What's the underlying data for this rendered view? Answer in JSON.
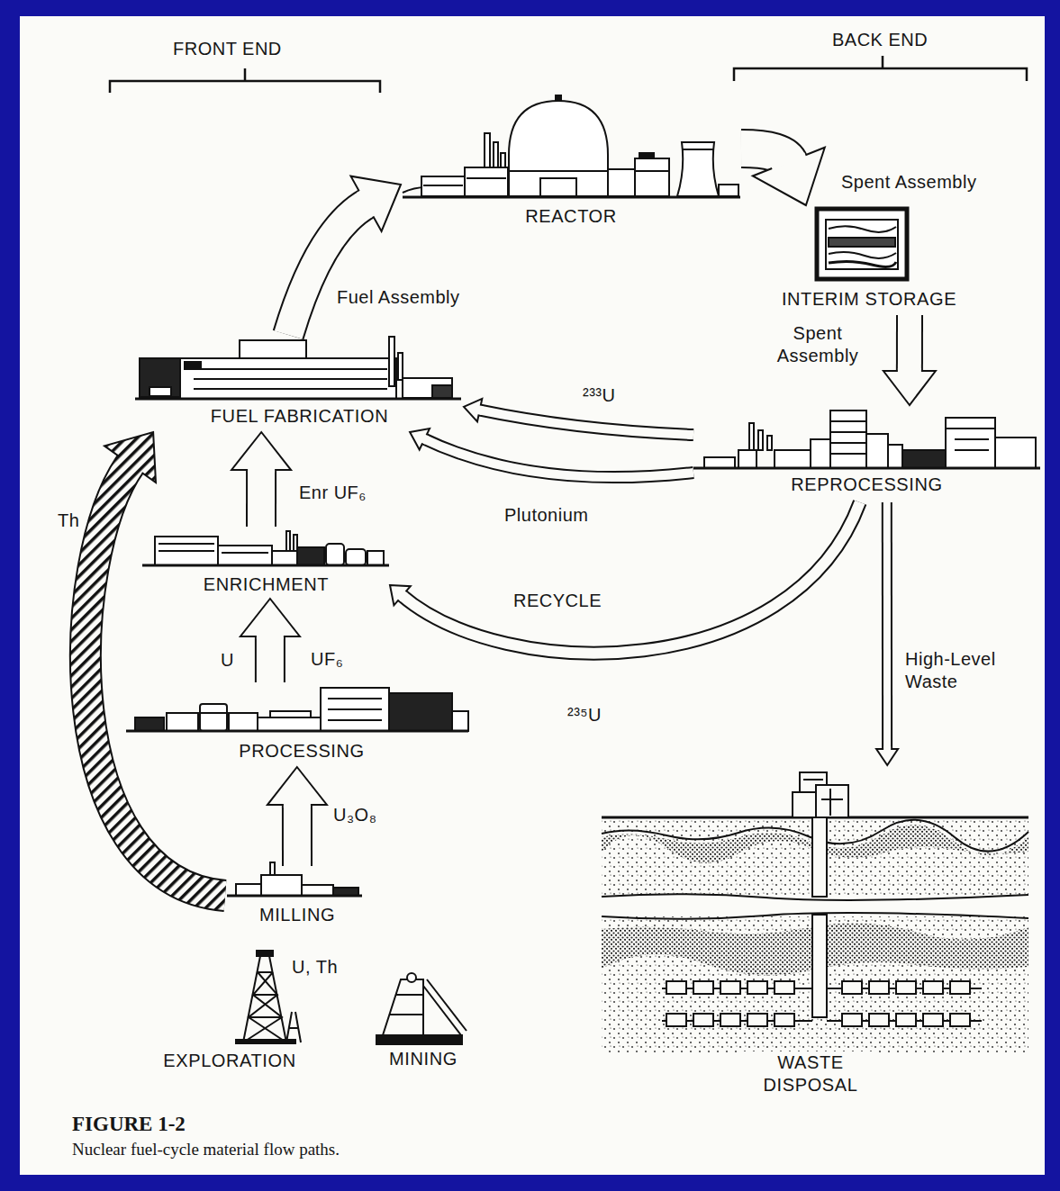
{
  "diagram": {
    "title": "FIGURE 1-2",
    "caption": "Nuclear fuel-cycle material flow paths.",
    "nodes": [
      {
        "text": [
          "REACTOR"
        ]
      },
      {
        "text": [
          "INTERIM STORAGE"
        ]
      },
      {
        "text": [
          "FUEL FABRICATION"
        ]
      },
      {
        "text": [
          "REPROCESSING"
        ]
      },
      {
        "text": [
          "ENRICHMENT"
        ]
      },
      {
        "text": [
          "PROCESSING"
        ]
      },
      {
        "text": [
          "MILLING"
        ]
      },
      {
        "text": [
          "EXPLORATION"
        ]
      },
      {
        "text": [
          "MINING"
        ]
      },
      {
        "text": [
          "WASTE DISPOSAL"
        ]
      }
    ],
    "edges": [
      {
        "from": 2,
        "to": 0,
        "label": "Fuel Assembly",
        "arrow": "to"
      },
      {
        "from": 0,
        "to": 1,
        "label": "Spent Assembly",
        "arrow": "to"
      },
      {
        "from": 1,
        "to": 3,
        "label": "Spent Assembly",
        "arrow": "to"
      },
      {
        "from": 3,
        "to": 2,
        "label": "²³³U",
        "arrow": "to"
      },
      {
        "from": 3,
        "to": 2,
        "label": "Plutonium",
        "arrow": "to"
      },
      {
        "from": 3,
        "to": 4,
        "label": "²³⁵U",
        "arrow": "to"
      },
      {
        "from": 4,
        "to": 2,
        "label": "Enr UF₆",
        "arrow": "to"
      },
      {
        "from": 5,
        "to": 4,
        "label": "UF₆",
        "arrow": "to"
      },
      {
        "from": 6,
        "to": 5,
        "label": "U₃O₈",
        "arrow": "to"
      },
      {
        "from": 6,
        "to": 2,
        "label": "Th",
        "arrow": "to"
      },
      {
        "from": 3,
        "to": 9,
        "label": "High-Level Waste",
        "arrow": "to"
      }
    ],
    "labels": [
      "FRONT END",
      "BACK END",
      "RECYCLE",
      "U",
      "U, Th"
    ]
  }
}
